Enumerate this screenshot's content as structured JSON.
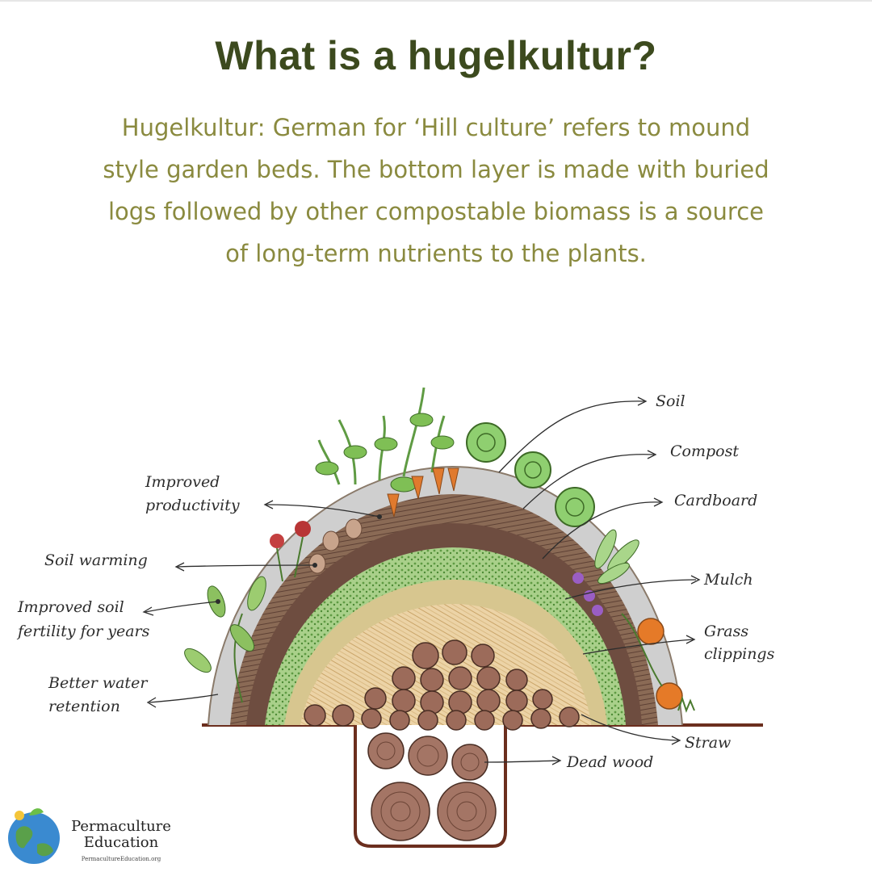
{
  "header": {
    "title": "What is a hugelkultur?",
    "description": "Hugelkultur: German for ‘Hill culture’ refers to mound style garden beds. The bottom layer is made with buried logs followed by other compostable biomass is a source of long-term nutrients to the plants."
  },
  "layers": {
    "soil": "Soil",
    "compost": "Compost",
    "cardboard": "Cardboard",
    "mulch": "Mulch",
    "grass": "Grass clippings",
    "straw": "Straw",
    "dead_wood": "Dead wood"
  },
  "benefits": {
    "productivity_1": "Improved",
    "productivity_2": "productivity",
    "warming": "Soil warming",
    "fertility_1": "Improved soil",
    "fertility_2": "fertility for years",
    "water_1": "Better water",
    "water_2": "retention"
  },
  "logo": {
    "name_1": "Permaculture",
    "name_2": "Education",
    "url": "PermacultureEducation.org"
  },
  "colors": {
    "title": "#3c4a1e",
    "description": "#8a8a3f",
    "soil": "#c9c9c9",
    "compost": "#7a5a4a",
    "mulch": "#8fbf6a",
    "straw": "#e3c99a",
    "wood": "#9c6b5a",
    "ground": "#6b2e1e"
  }
}
